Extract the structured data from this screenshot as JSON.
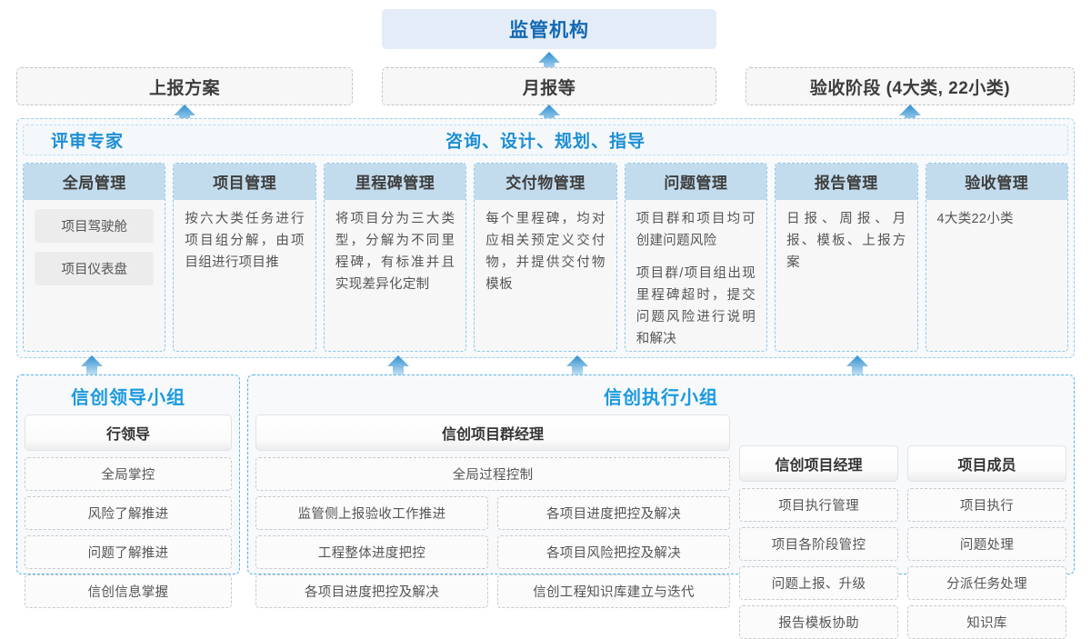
{
  "top": {
    "authority": "监管机构",
    "reports": [
      "上报方案",
      "月报等",
      "验收阶段 (4大类, 22小类)"
    ]
  },
  "middle": {
    "label_left": "评审专家",
    "label_center": "咨询、设计、规划、指导",
    "columns": [
      {
        "title": "全局管理",
        "pills": [
          "项目驾驶舱",
          "项目仪表盘"
        ],
        "paragraphs": []
      },
      {
        "title": "项目管理",
        "pills": [],
        "paragraphs": [
          "按六大类任务进行项目组分解，由项目组进行项目推"
        ]
      },
      {
        "title": "里程碑管理",
        "pills": [],
        "paragraphs": [
          "将项目分为三大类型，分解为不同里程碑，有标准并且实现差异化定制"
        ]
      },
      {
        "title": "交付物管理",
        "pills": [],
        "paragraphs": [
          "每个里程碑，均对应相关预定义交付物，并提供交付物模板"
        ]
      },
      {
        "title": "问题管理",
        "pills": [],
        "paragraphs": [
          "项目群和项目均可创建问题风险",
          "项目群/项目组出现里程碑超时，提交问题风险进行说明和解决"
        ]
      },
      {
        "title": "报告管理",
        "pills": [],
        "paragraphs": [
          "日报、周报、月报、模板、上报方案"
        ]
      },
      {
        "title": "验收管理",
        "pills": [],
        "paragraphs": [
          "4大类22小类"
        ]
      }
    ]
  },
  "bottom": {
    "leader_group": {
      "title": "信创领导小组",
      "role": "行领导",
      "tasks": [
        "全局掌控",
        "风险了解推进",
        "问题了解推进",
        "信创信息掌握"
      ]
    },
    "exec_group": {
      "title": "信创执行小组",
      "program_manager": {
        "role": "信创项目群经理",
        "full_width_task": "全局过程控制",
        "left_tasks": [
          "监管侧上报验收工作推进",
          "工程整体进度把控",
          "各项目进度把控及解决"
        ],
        "right_tasks": [
          "各项目进度把控及解决",
          "各项目风险把控及解决",
          "信创工程知识库建立与迭代"
        ]
      },
      "project_manager": {
        "role": "信创项目经理",
        "tasks": [
          "项目执行管理",
          "项目各阶段管控",
          "问题上报、升级",
          "报告模板协助"
        ]
      },
      "project_member": {
        "role": "项目成员",
        "tasks": [
          "项目执行",
          "问题处理",
          "分派任务处理",
          "知识库"
        ]
      }
    }
  },
  "colors": {
    "accent_blue": "#1c9ae0",
    "dark_blue": "#1268b3",
    "header_fill": "#c3dced",
    "authority_fill": "#e4edf7"
  },
  "arrows": {
    "glyph": "up-arrow",
    "count": 7
  }
}
